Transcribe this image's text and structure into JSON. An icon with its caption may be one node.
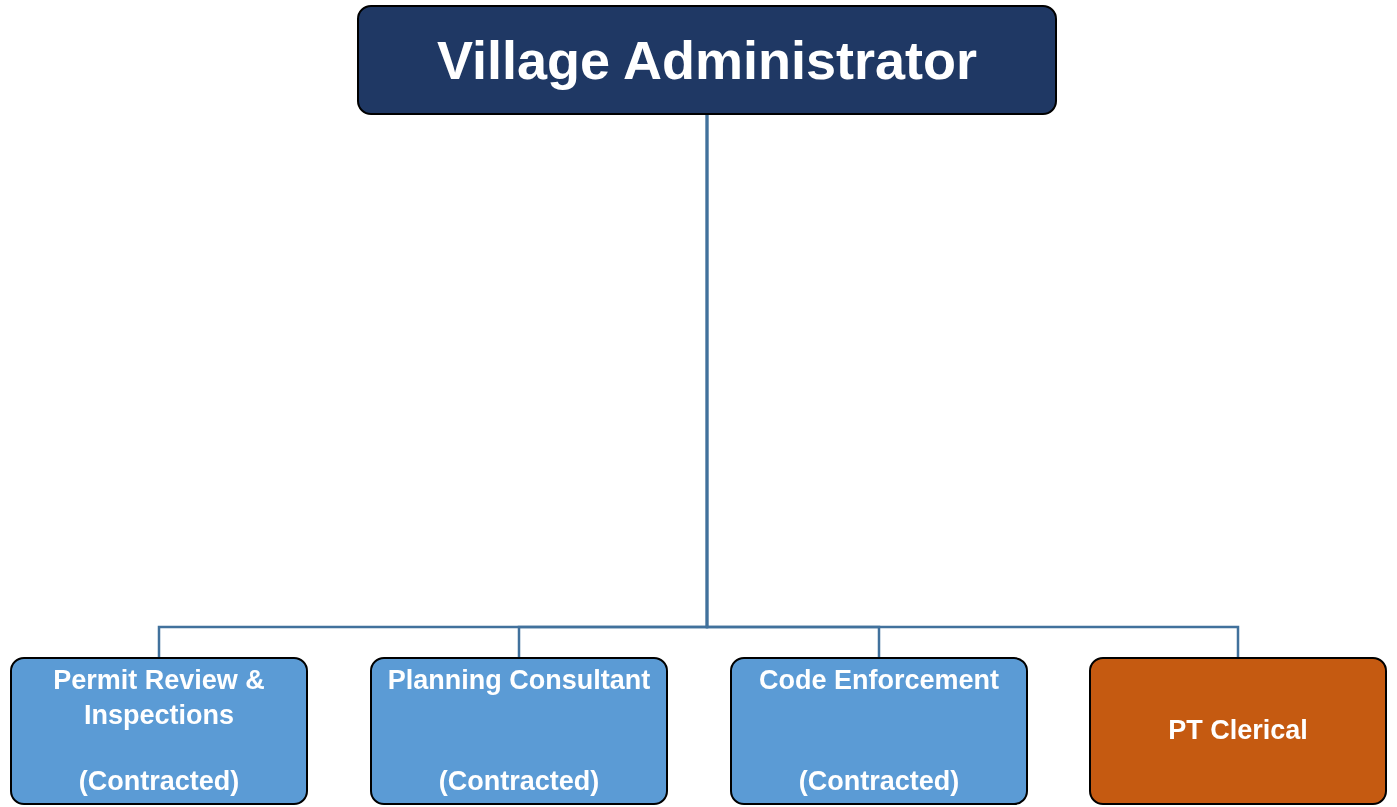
{
  "diagram": {
    "nodes": [
      {
        "text": [
          "Village Administrator"
        ]
      },
      {
        "text": [
          "Permit Review & Inspections",
          "(Contracted)"
        ]
      },
      {
        "text": [
          "Planning Consultant",
          "(Contracted)"
        ]
      },
      {
        "text": [
          "Code Enforcement",
          "(Contracted)"
        ]
      },
      {
        "text": [
          "PT Clerical"
        ]
      }
    ],
    "edges": [
      {
        "from": 0,
        "to": 1,
        "arrow": "none"
      },
      {
        "from": 0,
        "to": 2,
        "arrow": "none"
      },
      {
        "from": 0,
        "to": 3,
        "arrow": "none"
      },
      {
        "from": 0,
        "to": 4,
        "arrow": "none",
        "color": "#41719c"
      }
    ]
  }
}
